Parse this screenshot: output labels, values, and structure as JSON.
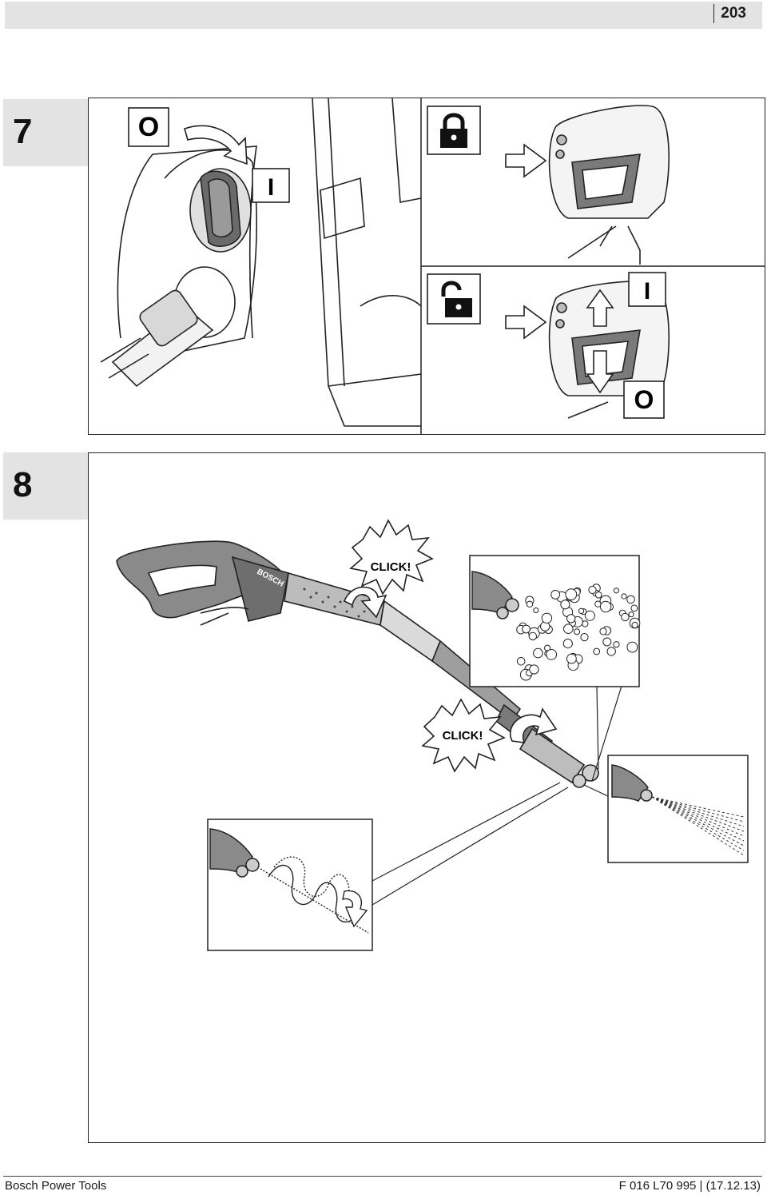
{
  "header": {
    "page_number": "203"
  },
  "figures": [
    {
      "number": "7"
    },
    {
      "number": "8"
    }
  ],
  "fig7": {
    "switch_off_symbol": "O",
    "switch_on_symbol": "I",
    "trigger_locked_icon": "lock-closed-icon",
    "trigger_unlocked_icon": "lock-open-icon",
    "trigger_on_symbol": "I",
    "trigger_off_symbol": "O"
  },
  "fig8": {
    "click_label_1": "CLICK!",
    "click_label_2": "CLICK!",
    "brand_on_gun": "BOSCH",
    "modes": [
      "foam-spray",
      "rotary-jet",
      "fan-spray"
    ]
  },
  "footer": {
    "left": "Bosch Power Tools",
    "right": "F 016 L70 995 | (17.12.13)"
  },
  "colors": {
    "tab_gray": "#e3e3e3",
    "line": "#222222",
    "fill_dark": "#555555"
  }
}
